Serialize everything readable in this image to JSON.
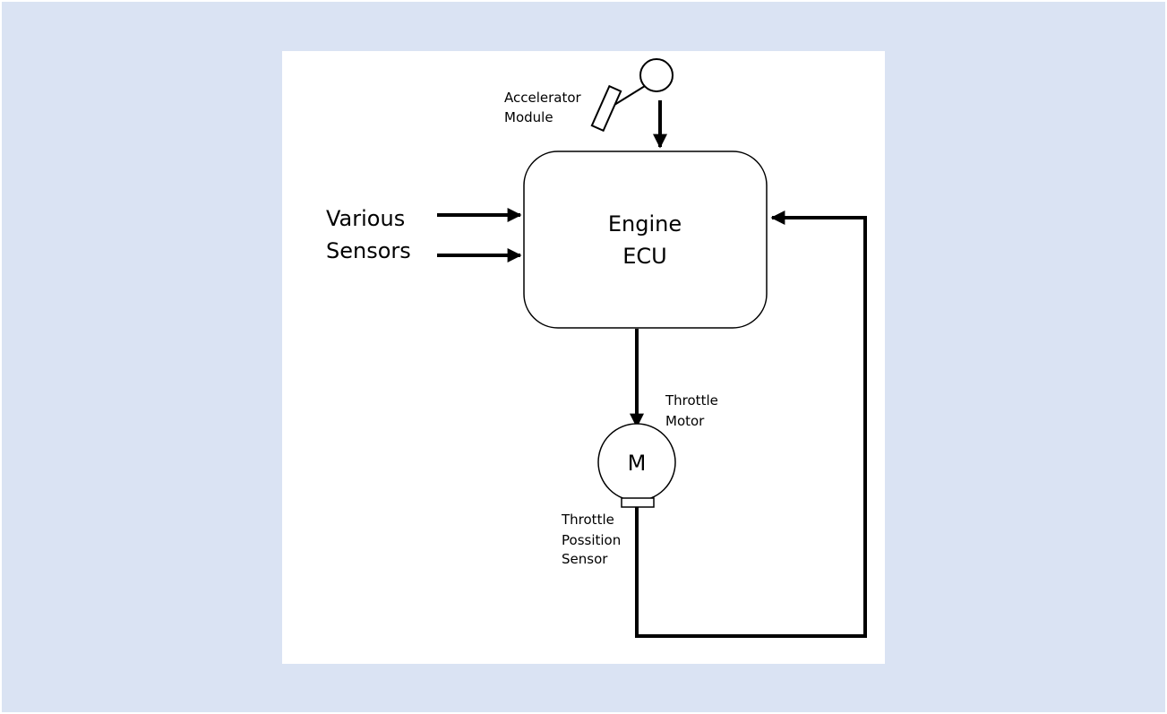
{
  "diagram": {
    "accelerator": {
      "line1": "Accelerator",
      "line2": "Module"
    },
    "sensors": {
      "line1": "Various",
      "line2": "Sensors"
    },
    "ecu": {
      "line1": "Engine",
      "line2": "ECU"
    },
    "motor": {
      "symbol": "M",
      "line1": "Throttle",
      "line2": "Motor"
    },
    "tps": {
      "line1": "Throttle",
      "line2": "Possition",
      "line3": "Sensor"
    }
  },
  "colors": {
    "background": "#dae3f3",
    "canvas": "#ffffff",
    "stroke": "#000000"
  }
}
